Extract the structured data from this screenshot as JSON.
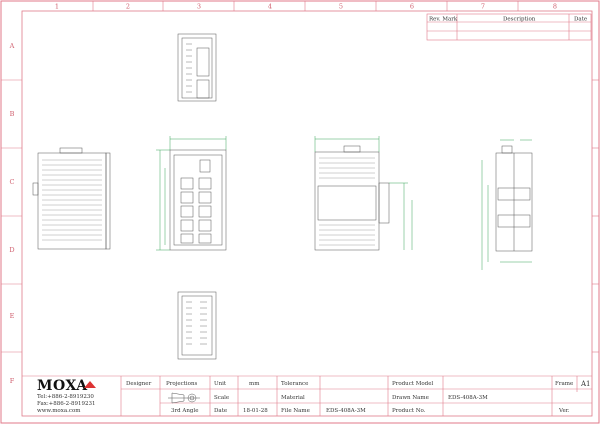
{
  "frame": {
    "columns": [
      "1",
      "2",
      "3",
      "4",
      "5",
      "6",
      "7",
      "8"
    ],
    "rows": [
      "A",
      "B",
      "C",
      "D",
      "E",
      "F"
    ],
    "border_color": "#e07a8a"
  },
  "revision_table": {
    "headers": [
      "Rev. Mark",
      "Description",
      "Date"
    ]
  },
  "title_block": {
    "logo": "MOXA",
    "tel": "Tel:+886-2-8919230",
    "fax": "Fax:+886-2-8919231",
    "web": "www.moxa.com",
    "designer_label": "Designer",
    "projections_label": "Projections",
    "projection_value": "3rd Angle",
    "unit_label": "Unit",
    "unit_value": "mm",
    "scale_label": "Scale",
    "date_label": "Date",
    "date_value": "18-01-28",
    "tolerance_label": "Tolerance",
    "material_label": "Material",
    "file_name_label": "File Name",
    "file_name_value": "EDS-408A-3M",
    "product_model_label": "Product Model",
    "drawn_name_label": "Drawn Name",
    "drawn_name_value": "EDS-408A-3M",
    "product_no_label": "Product No.",
    "frame_label": "Frame",
    "frame_value": "A1",
    "ver_label": "Ver."
  },
  "dimension_color": "#3aa65a"
}
